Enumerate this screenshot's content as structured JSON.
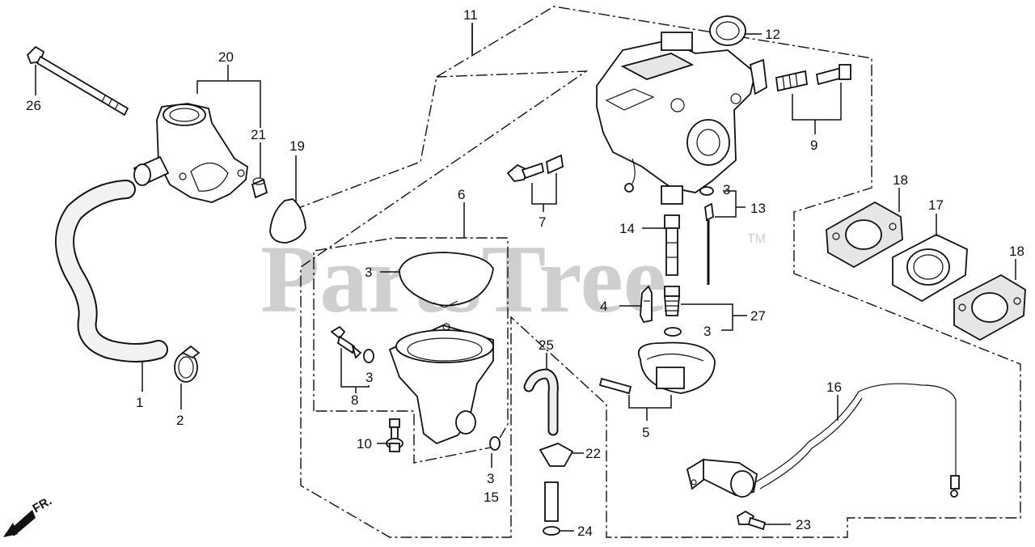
{
  "watermark": {
    "text": "PartsTree",
    "trademark": "TM"
  },
  "direction_marker": {
    "text": "FR."
  },
  "callouts": [
    {
      "id": "c1",
      "text": "1"
    },
    {
      "id": "c2",
      "text": "2"
    },
    {
      "id": "c3a",
      "text": "3"
    },
    {
      "id": "c3b",
      "text": "3"
    },
    {
      "id": "c3c",
      "text": "3"
    },
    {
      "id": "c3d",
      "text": "3"
    },
    {
      "id": "c3e",
      "text": "3"
    },
    {
      "id": "c4",
      "text": "4"
    },
    {
      "id": "c5",
      "text": "5"
    },
    {
      "id": "c6",
      "text": "6"
    },
    {
      "id": "c7",
      "text": "7"
    },
    {
      "id": "c8",
      "text": "8"
    },
    {
      "id": "c9",
      "text": "9"
    },
    {
      "id": "c10",
      "text": "10"
    },
    {
      "id": "c11",
      "text": "11"
    },
    {
      "id": "c12",
      "text": "12"
    },
    {
      "id": "c13",
      "text": "13"
    },
    {
      "id": "c14",
      "text": "14"
    },
    {
      "id": "c15",
      "text": "15"
    },
    {
      "id": "c16",
      "text": "16"
    },
    {
      "id": "c17",
      "text": "17"
    },
    {
      "id": "c18a",
      "text": "18"
    },
    {
      "id": "c18b",
      "text": "18"
    },
    {
      "id": "c19",
      "text": "19"
    },
    {
      "id": "c20",
      "text": "20"
    },
    {
      "id": "c21",
      "text": "21"
    },
    {
      "id": "c22",
      "text": "22"
    },
    {
      "id": "c23",
      "text": "23"
    },
    {
      "id": "c24",
      "text": "24"
    },
    {
      "id": "c25",
      "text": "25"
    },
    {
      "id": "c26",
      "text": "26"
    },
    {
      "id": "c27",
      "text": "27"
    }
  ]
}
